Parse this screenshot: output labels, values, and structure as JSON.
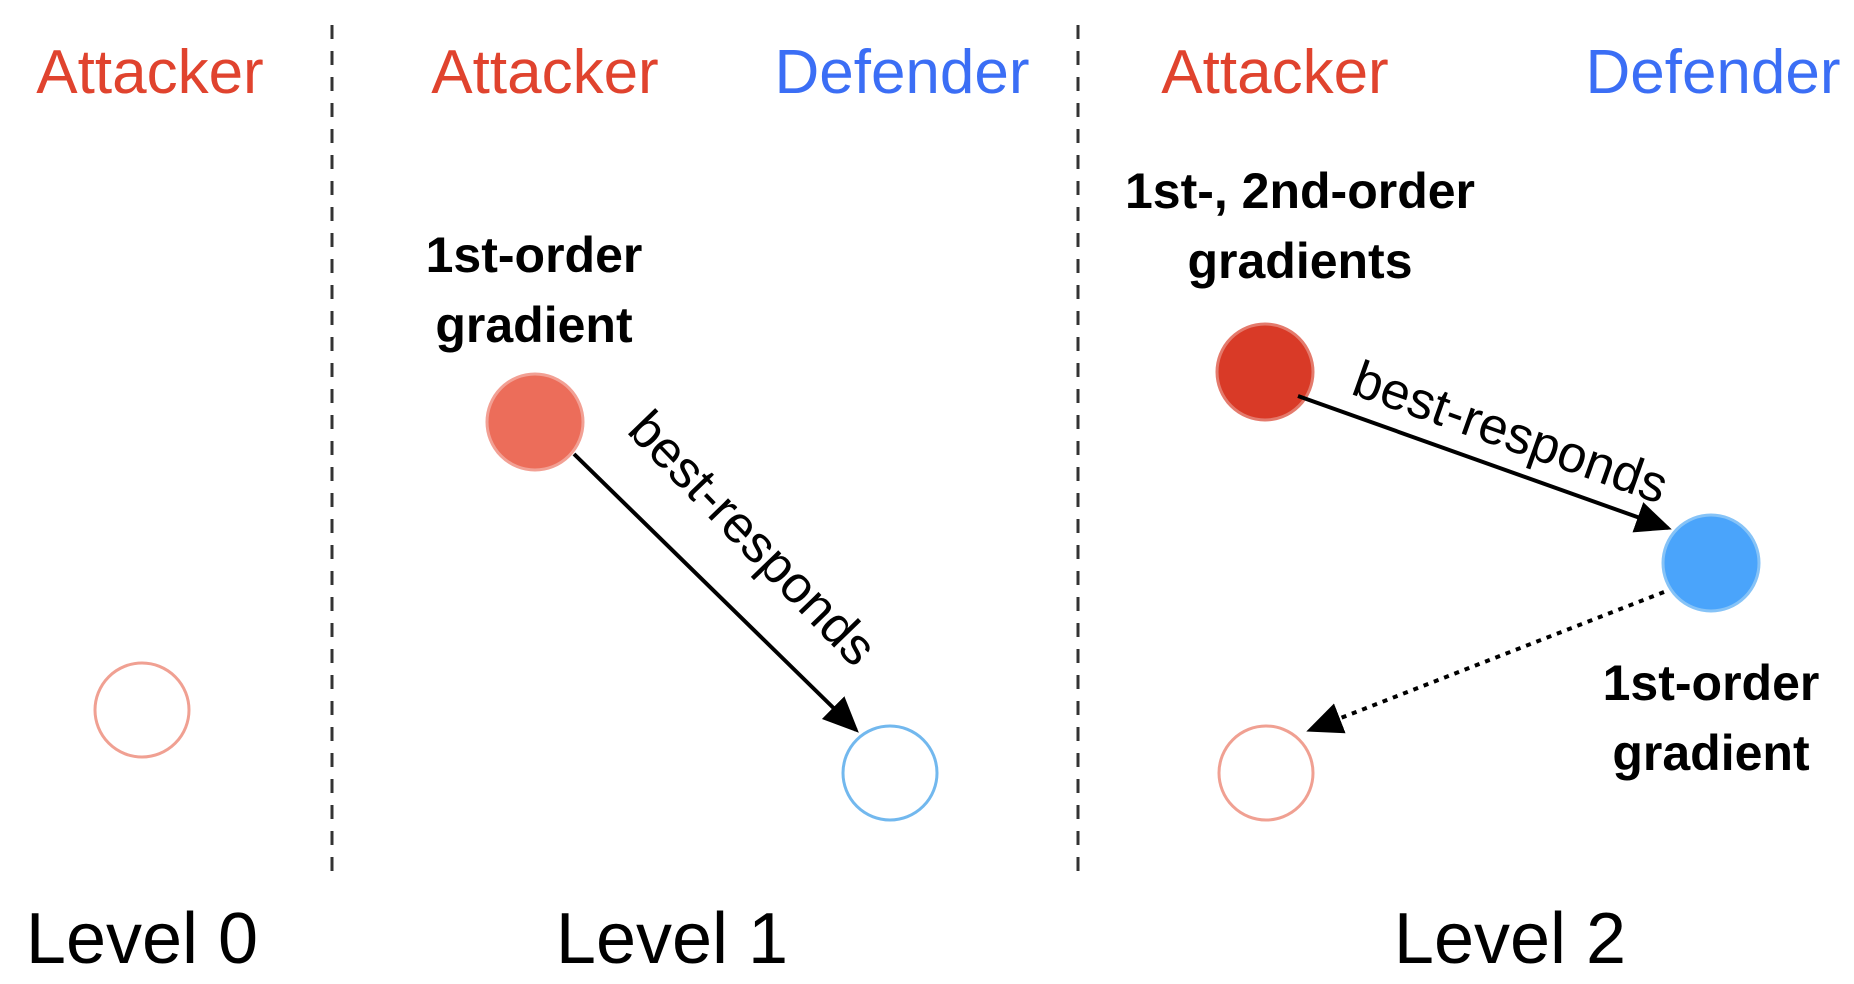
{
  "colors": {
    "attacker": "#e0432e",
    "defender": "#3b6ef5",
    "attacker_fill_light": "#ec6d5a",
    "attacker_fill_dark": "#d93a27",
    "attacker_outline": "#f0a092",
    "defender_fill": "#4aa4fb",
    "defender_outline": "#72b8ee",
    "arrow": "#000000",
    "divider": "#333333"
  },
  "panels": [
    {
      "level_label": "Level 0",
      "roles": [
        "Attacker"
      ]
    },
    {
      "level_label": "Level 1",
      "roles": [
        "Attacker",
        "Defender"
      ],
      "attacker_note": [
        "1st-order",
        "gradient"
      ],
      "edge_label": "best-responds"
    },
    {
      "level_label": "Level 2",
      "roles": [
        "Attacker",
        "Defender"
      ],
      "attacker_note": [
        "1st-, 2nd-order",
        "gradients"
      ],
      "edge_label": "best-responds",
      "defender_note": [
        "1st-order",
        "gradient"
      ]
    }
  ]
}
